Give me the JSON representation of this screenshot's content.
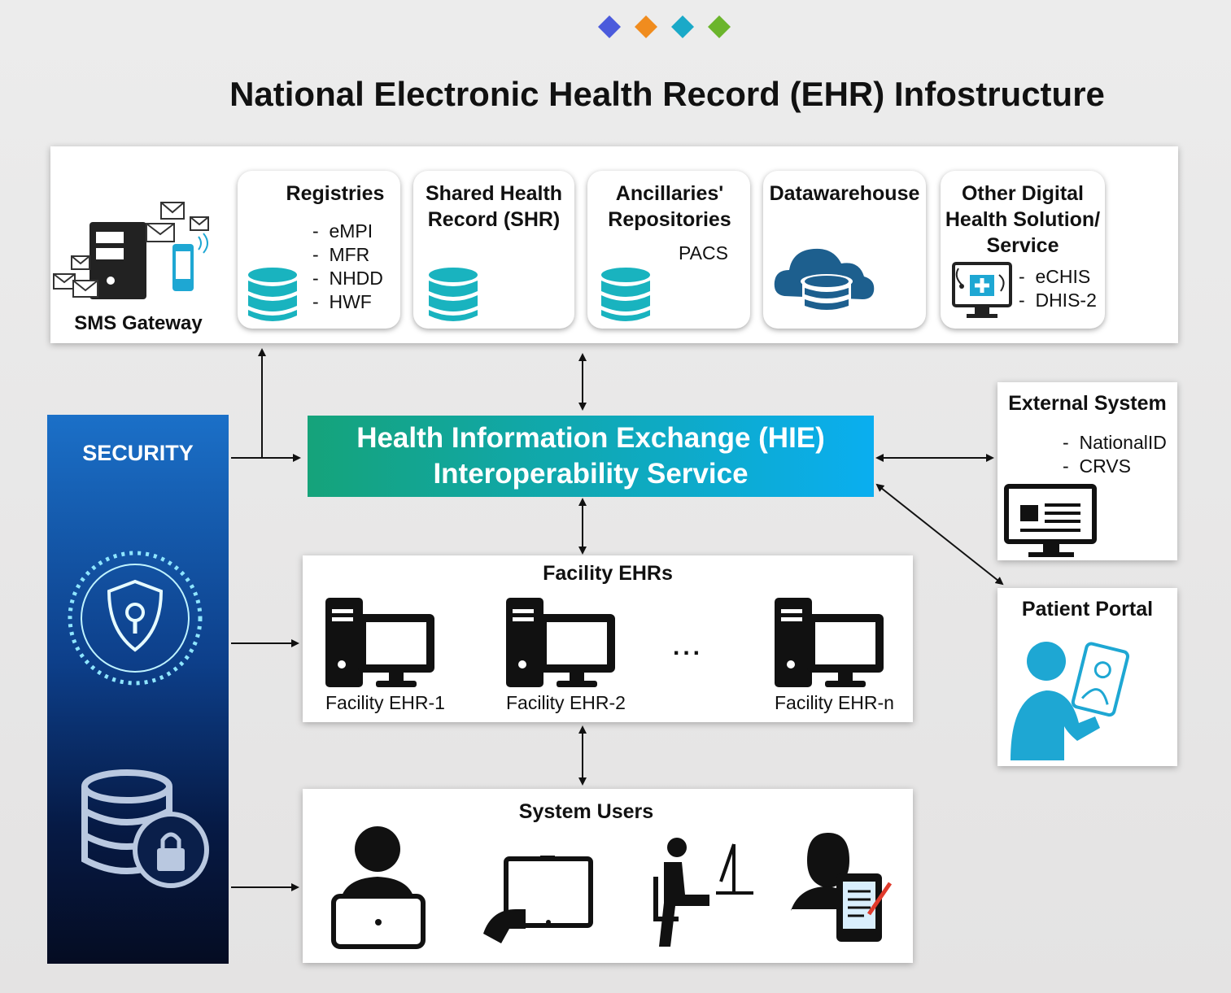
{
  "title": "National Electronic Health Record (EHR) Infostructure",
  "decor_diamonds": [
    "#4b5bdc",
    "#f08c1e",
    "#1aa9c8",
    "#6bb52c"
  ],
  "top_panel": {
    "sms_gateway": "SMS Gateway",
    "cards": [
      {
        "title": "Registries",
        "items": [
          "eMPI",
          "MFR",
          "NHDD",
          "HWF"
        ],
        "icon": "database-icon"
      },
      {
        "title": "Shared Health Record (SHR)",
        "items": [],
        "icon": "database-icon"
      },
      {
        "title": "Ancillaries' Repositories",
        "items": [
          "PACS"
        ],
        "icon": "database-icon"
      },
      {
        "title": "Datawarehouse",
        "items": [],
        "icon": "cloud-database-icon"
      },
      {
        "title": "Other Digital Health Solution/ Service",
        "items": [
          "eCHIS",
          "DHIS-2"
        ],
        "icon": "health-monitor-icon"
      }
    ]
  },
  "hie": {
    "line1": "Health Information Exchange (HIE)",
    "line2": "Interoperability Service"
  },
  "security": {
    "label": "SECURITY"
  },
  "external_system": {
    "title": "External System",
    "items": [
      "NationalID",
      "CRVS"
    ]
  },
  "patient_portal": {
    "title": "Patient Portal"
  },
  "facility_ehrs": {
    "title": "Facility EHRs",
    "items": [
      "Facility EHR-1",
      "Facility EHR-2",
      "Facility EHR-n"
    ],
    "ellipsis": "..."
  },
  "system_users": {
    "title": "System Users"
  },
  "colors": {
    "teal_db": "#19b3bf",
    "hie_start": "#15a37a",
    "hie_end": "#0aaef0",
    "security_top": "#1b70c8",
    "security_bottom": "#050c22",
    "portal": "#1ea7d3"
  }
}
